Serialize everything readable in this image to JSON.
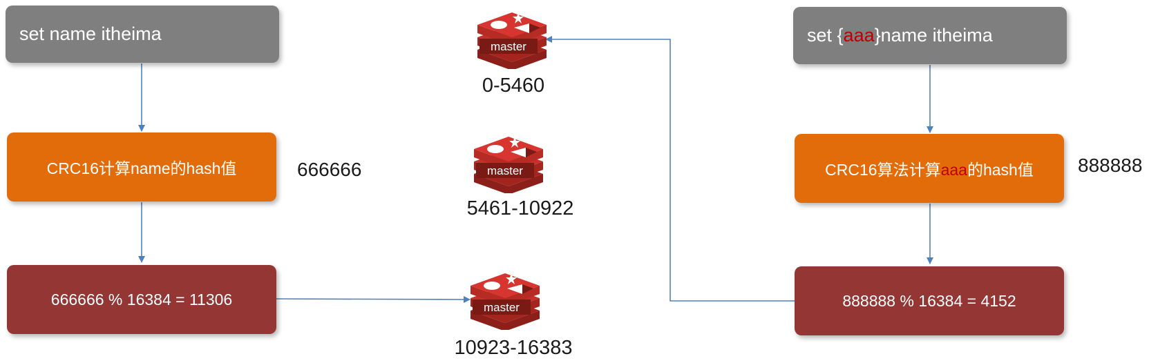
{
  "left": {
    "command": "set name itheima",
    "hash_step": "CRC16计算name的hash值",
    "hash_value": "666666",
    "slot_step": "666666 % 16384 = 11306"
  },
  "right": {
    "command_prefix": "set {",
    "command_key": "aaa",
    "command_suffix": "}name itheima",
    "hash_prefix": "CRC16算法计算",
    "hash_key": "aaa",
    "hash_suffix": "的hash值",
    "hash_value": "888888",
    "slot_step": "888888 % 16384 = 4152"
  },
  "masters": [
    {
      "label": "master",
      "range": "0-5460"
    },
    {
      "label": "master",
      "range": "5461-10922"
    },
    {
      "label": "master",
      "range": "10923-16383"
    }
  ],
  "colors": {
    "command_box": "#7f7f7f",
    "hash_box": "#e36c0a",
    "slot_box": "#943634",
    "key_highlight": "#c00000",
    "arrow": "#4f81bd",
    "redis_red": "#c6302b"
  },
  "icons": [
    "redis-logo-icon"
  ]
}
